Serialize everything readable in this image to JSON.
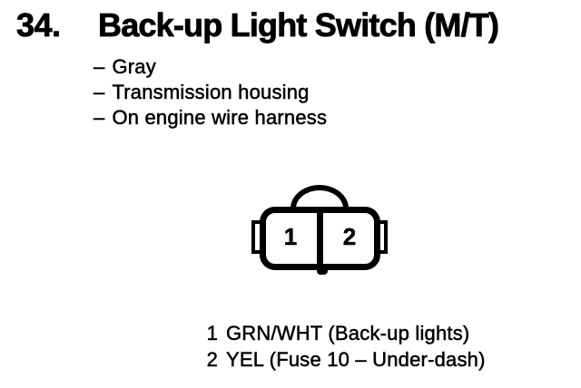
{
  "colors": {
    "ink": "#000000",
    "paper": "#ffffff"
  },
  "header": {
    "section_number": "34.",
    "title": "Back-up Light Switch (M/T)"
  },
  "details": {
    "bullet": "–",
    "items": [
      "Gray",
      "Transmission housing",
      "On engine wire harness"
    ]
  },
  "connector": {
    "cavities": [
      {
        "number": "1"
      },
      {
        "number": "2"
      }
    ]
  },
  "legend": {
    "rows": [
      {
        "pin": "1",
        "label": "GRN/WHT (Back-up lights)"
      },
      {
        "pin": "2",
        "label": "YEL (Fuse 10 – Under-dash)"
      }
    ]
  }
}
